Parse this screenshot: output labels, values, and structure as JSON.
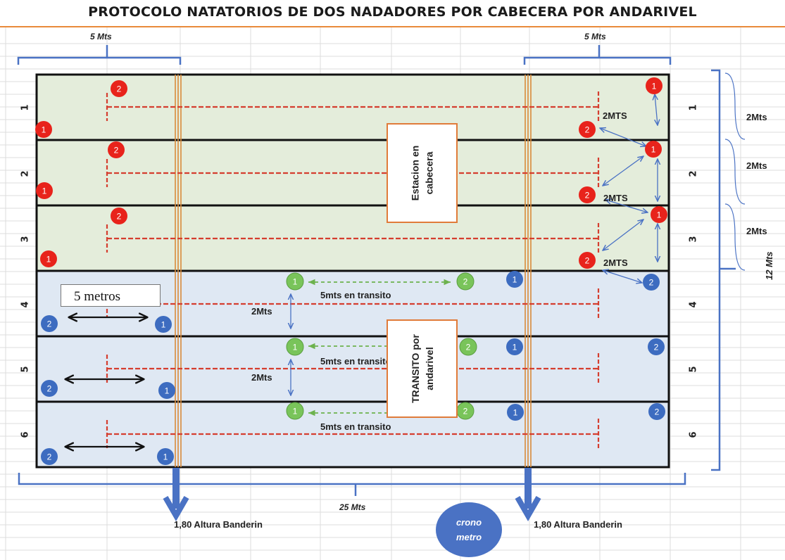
{
  "title": "PROTOCOLO NATATORIOS DE DOS NADADORES POR CABECERA POR ANDARIVEL",
  "measures": {
    "left_zone": "5 Mts",
    "right_zone": "5 Mts",
    "pool_length": "25 Mts",
    "total_width": "12 Mts",
    "lane_spacing": "2Mts",
    "five_metros": "5 metros",
    "head_gap": "2MTS",
    "transit_gap": "2Mts",
    "transit_distance": "5mts en transito"
  },
  "flags": {
    "left": "1,80 Altura Banderin",
    "right": "1,80 Altura Banderin"
  },
  "stations": {
    "head_line1": "Estacion en",
    "head_line2": "cabecera",
    "transit_line1": "TRANSITO por",
    "transit_line2": "andarivel"
  },
  "timer": {
    "line1": "crono",
    "line2": "metro"
  },
  "lanes": [
    "1",
    "2",
    "3",
    "4",
    "5",
    "6"
  ],
  "swimmer_labels": {
    "one": "1",
    "two": "2"
  },
  "colors": {
    "head_zone": "#e4eddb",
    "transit_zone": "#dfe8f3",
    "swimmer_red": "#e8231b",
    "swimmer_blue": "#3d6cc0",
    "swimmer_green": "#79c45a",
    "lane_line": "#d53e2f",
    "arrow_blue": "#4a72c4",
    "station_border": "#e07b39"
  }
}
